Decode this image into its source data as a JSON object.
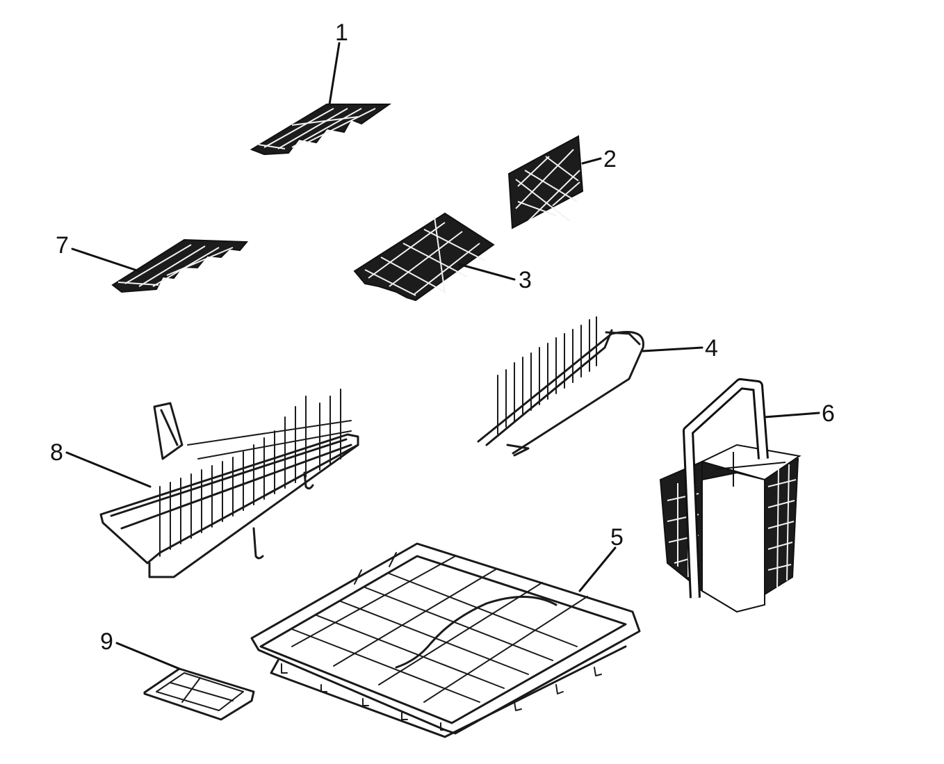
{
  "parts": [
    {
      "number": "1",
      "icon": "flat-grille-shelf"
    },
    {
      "number": "2",
      "icon": "lattice-side-panel"
    },
    {
      "number": "3",
      "icon": "lattice-shelf-insert"
    },
    {
      "number": "4",
      "icon": "tine-row-rack"
    },
    {
      "number": "5",
      "icon": "lower-wire-basket"
    },
    {
      "number": "6",
      "icon": "cutlery-basket-with-handle"
    },
    {
      "number": "7",
      "icon": "flat-grille-shelf-small"
    },
    {
      "number": "8",
      "icon": "tine-rack-with-flip-up"
    },
    {
      "number": "9",
      "icon": "small-wire-grid"
    }
  ]
}
